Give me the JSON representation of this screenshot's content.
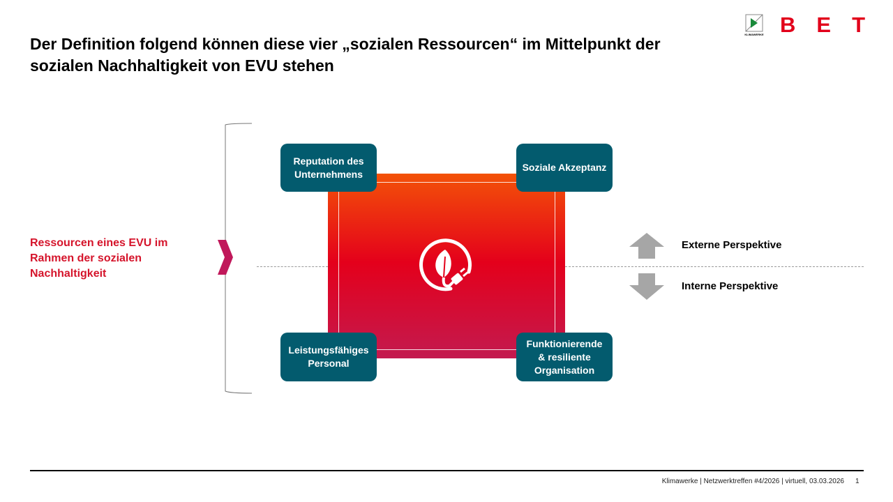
{
  "title": "Der Definition folgend können diese vier „sozialen Ressourcen“ im Mittelpunkt der sozialen Nachhaltigkeit von EVU stehen",
  "logos": {
    "klimawerke": "KLIMAWERKE",
    "bet": "BET"
  },
  "side_label": "Ressourcen eines EVU im Rahmen der sozialen Nachhaltigkeit",
  "resources": [
    {
      "label": "Reputation des Unternehmens"
    },
    {
      "label": "Soziale Akzeptanz"
    },
    {
      "label": "Leistungsfähiges Personal"
    },
    {
      "label": "Funktionierende & resiliente Organisation"
    }
  ],
  "center_icon": "leaf-plug-icon",
  "perspectives": {
    "external": "Externe Perspektive",
    "internal": "Interne Perspektive"
  },
  "colors": {
    "accent_red": "#d5142b",
    "teal": "#035b6e",
    "chevron": "#c0185a",
    "arrow": "#a6a6a6"
  },
  "footer": {
    "text": "Klimawerke | Netzwerktreffen #4/2026 | virtuell, 03.03.2026",
    "page": "1"
  }
}
